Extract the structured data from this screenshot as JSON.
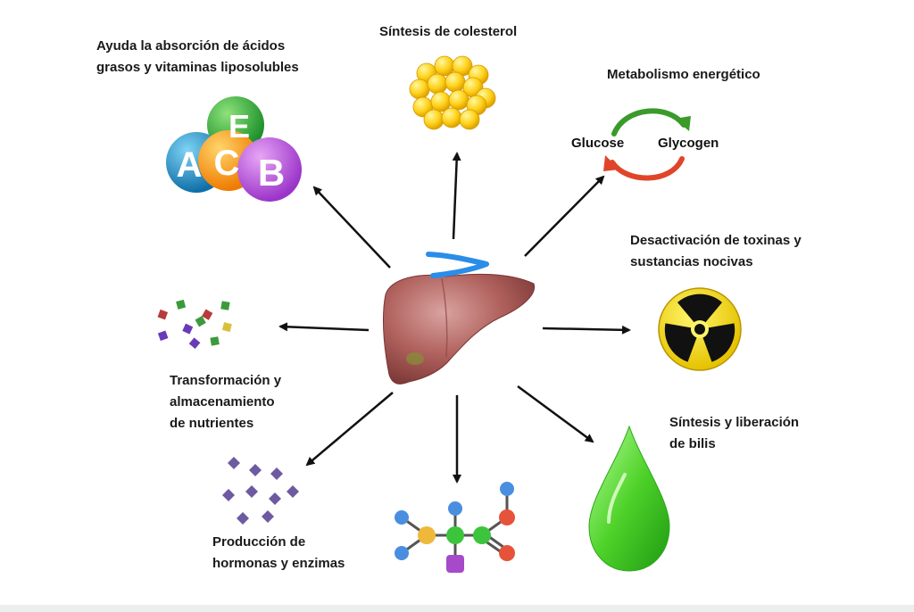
{
  "labels": {
    "absorcion": [
      "Ayuda  la absorción  de ácidos",
      "grasos y vitaminas liposolubles"
    ],
    "colesterol": [
      "Síntesis de colesterol"
    ],
    "metabolismo": [
      "Metabolismo  energético"
    ],
    "toxinas": [
      "Desactivación de toxinas y",
      "sustancias nocivas"
    ],
    "nutrientes": [
      "Transformación  y",
      "almacenamiento",
      "de nutrientes"
    ],
    "bilis": [
      "Síntesis y liberación",
      "de bilis"
    ],
    "hormonas": [
      "Producción  de",
      "hormonas  y enzimas"
    ]
  },
  "cycle": {
    "left": "Glucose",
    "right": "Glycogen"
  },
  "vitamins": {
    "e": "E",
    "a": "A",
    "c": "C",
    "b": "B"
  },
  "colors": {
    "liver": "#b05a57",
    "cycle_top": "#3a9a2a",
    "cycle_bottom": "#e0452a",
    "radiation": "#f2d300",
    "bile": "#57d62e",
    "annotation": "#2a8de8"
  }
}
